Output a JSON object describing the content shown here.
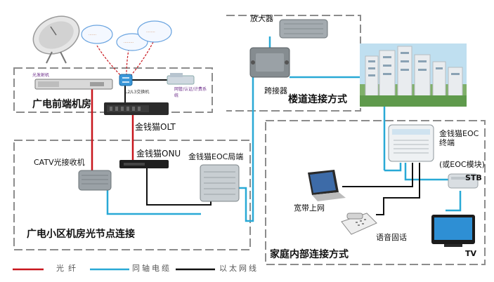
{
  "sections": {
    "headend": "广电前端机房",
    "building": "楼道连接方式",
    "community": "广电小区机房光节点连接",
    "home": "家庭内部连接方式"
  },
  "devices": {
    "optical_tx": "光发射机",
    "switch": "L2/L3交换机",
    "mgmt": "网管/认证/计费系统",
    "olt": "金钱猫OLT",
    "onu": "金钱猫ONU",
    "catv_rx": "CATV光接收机",
    "eoc_head": "金钱猫EOC局端",
    "amplifier": "放大器",
    "splitter": "跨接器",
    "eoc_terminal": "金钱猫EOC终端",
    "eoc_module": "(或EOC模块)",
    "stb": "STB",
    "tv": "TV",
    "laptop": "宽带上网",
    "phone": "语音固话"
  },
  "legend": {
    "fiber": "光纤",
    "coax": "同轴电缆",
    "ethernet": "以太网线"
  },
  "colors": {
    "fiber": "#c8161d",
    "coax": "#29a9d6",
    "ethernet": "#111111",
    "dashed_box": "#8c8c8c",
    "section_text": "#111111",
    "purple_note": "#6a2a88"
  }
}
